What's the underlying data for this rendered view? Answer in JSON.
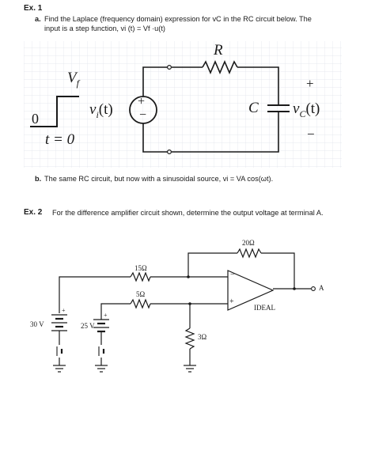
{
  "ex1": {
    "title": "Ex. 1",
    "part_a_letter": "a.",
    "part_a_line1": "Find the Laplace (frequency domain) expression for vC in the RC circuit below. The",
    "part_a_line2": "input is a step function, vi (t) = Vf ·u(t)",
    "part_b_letter": "b.",
    "part_b_text": "The same RC circuit, but now with a sinusoidal source, vi = VA cos(ωt).",
    "circuit": {
      "step_level_label": "V",
      "step_level_sub": "f",
      "zero_label": "0",
      "time_label": "t = 0",
      "source_label": "v",
      "source_sub": "i",
      "source_arg": "(t)",
      "source_plus": "+",
      "source_minus": "−",
      "resistor_label": "R",
      "capacitor_label": "C",
      "output_plus": "+",
      "output_minus": "−",
      "output_label": "v",
      "output_sub": "C",
      "output_arg": "(t)"
    }
  },
  "ex2": {
    "title": "Ex. 2",
    "text": "For the difference amplifier circuit shown, determine the output voltage at terminal A.",
    "circuit": {
      "feedback_resistor": "20Ω",
      "top_input_resistor": "15Ω",
      "bottom_input_resistor": "5Ω",
      "ground_resistor": "3Ω",
      "source_left": "30 V",
      "source_right": "25 V",
      "plus_sign": "+",
      "minus_sign": "−",
      "output_terminal": "A",
      "opamp_label": "IDEAL"
    }
  }
}
